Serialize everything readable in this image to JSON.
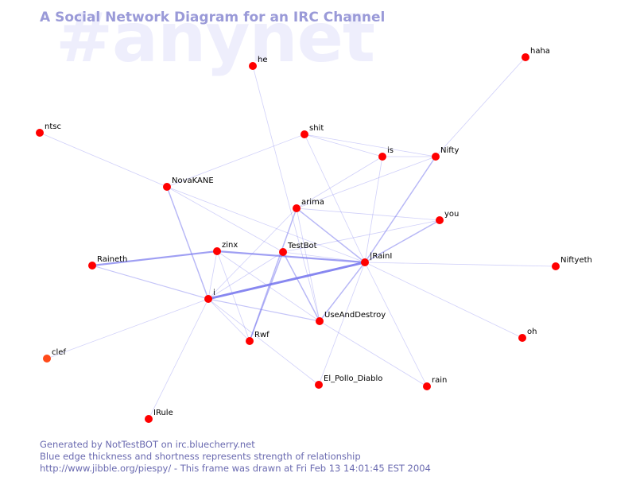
{
  "watermark": "#anynet",
  "title": "A Social Network Diagram for an IRC Channel",
  "footer": {
    "line1": "Generated by NotTestBOT on irc.bluecherry.net",
    "line2": "Blue edge thickness and shortness represents strength of relationship",
    "line3": "http://www.jibble.org/piespy/ - This frame was drawn at Fri Feb 13 14:01:45 EST 2004"
  },
  "colors": {
    "node": "#ff0000",
    "node_highlight": "#ff4a1a",
    "edge": "#7878ee",
    "title": "#9a9ad8",
    "watermark": "#eeeefc",
    "footer": "#6a6ab0"
  },
  "nodes": [
    {
      "id": "he",
      "label": "he"
    },
    {
      "id": "haha",
      "label": "haha"
    },
    {
      "id": "ntsc",
      "label": "ntsc"
    },
    {
      "id": "shit",
      "label": "shit"
    },
    {
      "id": "is",
      "label": "is"
    },
    {
      "id": "Nifty",
      "label": "Nifty"
    },
    {
      "id": "NovaKANE",
      "label": "NovaKANE"
    },
    {
      "id": "arima",
      "label": "arima"
    },
    {
      "id": "you",
      "label": "you"
    },
    {
      "id": "zinx",
      "label": "zinx"
    },
    {
      "id": "TestBot",
      "label": "TestBot"
    },
    {
      "id": "Raineth",
      "label": "Raineth"
    },
    {
      "id": "IRainI",
      "label": "|RainI"
    },
    {
      "id": "Niftyeth",
      "label": "Niftyeth"
    },
    {
      "id": "i",
      "label": "i"
    },
    {
      "id": "UseAndDestroy",
      "label": "UseAndDestroy"
    },
    {
      "id": "oh",
      "label": "oh"
    },
    {
      "id": "Rwf",
      "label": "Rwf"
    },
    {
      "id": "clef",
      "label": "clef",
      "highlight": true
    },
    {
      "id": "El_Pollo_Diablo",
      "label": "El_Pollo_Diablo"
    },
    {
      "id": "rain",
      "label": "rain"
    },
    {
      "id": "IRule",
      "label": "IRule"
    }
  ],
  "edges": [
    {
      "source": "IRainI",
      "target": "i",
      "weight": 4
    },
    {
      "source": "zinx",
      "target": "IRainI",
      "weight": 3
    },
    {
      "source": "Raineth",
      "target": "zinx",
      "weight": 3
    },
    {
      "source": "IRainI",
      "target": "Nifty",
      "weight": 2
    },
    {
      "source": "IRainI",
      "target": "you",
      "weight": 2
    },
    {
      "source": "arima",
      "target": "IRainI",
      "weight": 2
    },
    {
      "source": "TestBot",
      "target": "Rwf",
      "weight": 2
    },
    {
      "source": "arima",
      "target": "Rwf",
      "weight": 2
    },
    {
      "source": "IRainI",
      "target": "UseAndDestroy",
      "weight": 2
    },
    {
      "source": "TestBot",
      "target": "UseAndDestroy",
      "weight": 2
    },
    {
      "source": "NovaKANE",
      "target": "i",
      "weight": 2
    },
    {
      "source": "Raineth",
      "target": "i",
      "weight": 1.5
    },
    {
      "source": "i",
      "target": "UseAndDestroy",
      "weight": 1.5
    },
    {
      "source": "i",
      "target": "arima",
      "weight": 1
    },
    {
      "source": "i",
      "target": "zinx",
      "weight": 1
    },
    {
      "source": "i",
      "target": "TestBot",
      "weight": 1
    },
    {
      "source": "i",
      "target": "Rwf",
      "weight": 1
    },
    {
      "source": "i",
      "target": "El_Pollo_Diablo",
      "weight": 1
    },
    {
      "source": "i",
      "target": "clef",
      "weight": 1
    },
    {
      "source": "i",
      "target": "IRule",
      "weight": 1
    },
    {
      "source": "ntsc",
      "target": "NovaKANE",
      "weight": 1
    },
    {
      "source": "NovaKANE",
      "target": "shit",
      "weight": 1
    },
    {
      "source": "NovaKANE",
      "target": "IRainI",
      "weight": 1
    },
    {
      "source": "NovaKANE",
      "target": "TestBot",
      "weight": 1
    },
    {
      "source": "shit",
      "target": "is",
      "weight": 1
    },
    {
      "source": "shit",
      "target": "Nifty",
      "weight": 1
    },
    {
      "source": "shit",
      "target": "IRainI",
      "weight": 1
    },
    {
      "source": "is",
      "target": "Nifty",
      "weight": 1
    },
    {
      "source": "is",
      "target": "arima",
      "weight": 1
    },
    {
      "source": "is",
      "target": "IRainI",
      "weight": 1
    },
    {
      "source": "haha",
      "target": "Nifty",
      "weight": 1
    },
    {
      "source": "he",
      "target": "UseAndDestroy",
      "weight": 1
    },
    {
      "source": "arima",
      "target": "Nifty",
      "weight": 1
    },
    {
      "source": "arima",
      "target": "you",
      "weight": 1
    },
    {
      "source": "arima",
      "target": "UseAndDestroy",
      "weight": 1
    },
    {
      "source": "TestBot",
      "target": "you",
      "weight": 1
    },
    {
      "source": "TestBot",
      "target": "IRainI",
      "weight": 1
    },
    {
      "source": "zinx",
      "target": "UseAndDestroy",
      "weight": 1
    },
    {
      "source": "zinx",
      "target": "Rwf",
      "weight": 1
    },
    {
      "source": "IRainI",
      "target": "Niftyeth",
      "weight": 1
    },
    {
      "source": "IRainI",
      "target": "oh",
      "weight": 1
    },
    {
      "source": "IRainI",
      "target": "rain",
      "weight": 1
    },
    {
      "source": "IRainI",
      "target": "El_Pollo_Diablo",
      "weight": 1
    },
    {
      "source": "UseAndDestroy",
      "target": "rain",
      "weight": 1
    }
  ]
}
